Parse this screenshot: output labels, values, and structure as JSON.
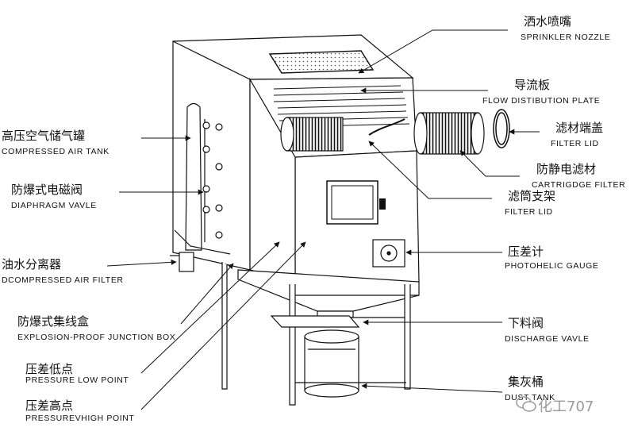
{
  "labels": {
    "sprinkler": {
      "zh": "洒水喷嘴",
      "en": "SPRINKLER NOZZLE"
    },
    "flow_plate": {
      "zh": "导流板",
      "en": "FLOW DISTIBUTION PLATE"
    },
    "filter_lid": {
      "zh": "滤材端盖",
      "en": "FILTER LID"
    },
    "cartridge": {
      "zh": "防静电滤材",
      "en": "CARTRIGDGE FILTER"
    },
    "filter_frame": {
      "zh": "滤筒支架",
      "en": "FILTER  LID"
    },
    "gauge": {
      "zh": "压差计",
      "en": "PHOTOHELIC GAUGE"
    },
    "discharge": {
      "zh": "下料阀",
      "en": "DISCHARGE VAVLE"
    },
    "dust_tank": {
      "zh": "集灰桶",
      "en": "DUST TANK"
    },
    "air_tank": {
      "zh": "高压空气储气罐",
      "en": "COMPRESSED AIR TANK"
    },
    "valve": {
      "zh": "防爆式电磁阀",
      "en": "DIAPHRAGM VAVLE"
    },
    "separator": {
      "zh": "油水分离器",
      "en": "DCOMPRESSED AIR FILTER"
    },
    "junction": {
      "zh": "防爆式集线盒",
      "en": "EXPLOSION-PROOF JUNCTION BOX"
    },
    "low_point": {
      "zh": "压差低点",
      "en": "PRESSURE LOW POINT"
    },
    "high_point": {
      "zh": "压差高点",
      "en": "PRESSUREVHIGH POINT"
    }
  },
  "watermark": "化工707",
  "colors": {
    "line": "#111111",
    "watermark": "#9a9a9a"
  }
}
